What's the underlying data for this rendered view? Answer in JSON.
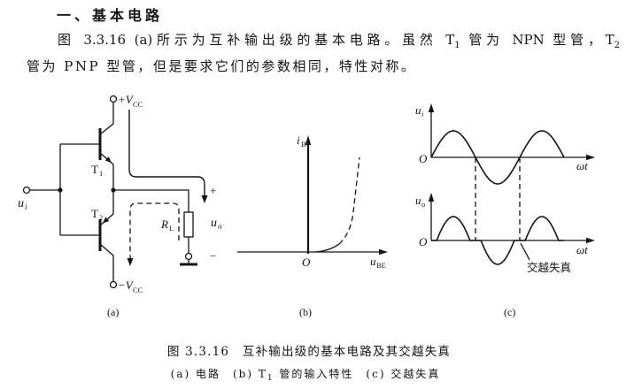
{
  "section_heading": "一、基本电路",
  "paragraph": {
    "line1": {
      "text_a": "图 3.3.16 (a)所示为互补输出级的基本电路。虽然 T",
      "sub_a": "1",
      "text_b": " 管为 NPN 型管，T",
      "sub_b": "2"
    },
    "line2": "管为 PNP 型管，但是要求它们的参数相同，特性对称。"
  },
  "figure_a": {
    "vcc_positive": {
      "symbol": "+V",
      "subscript": "CC"
    },
    "vcc_negative": {
      "symbol": "−V",
      "subscript": "CC"
    },
    "transistor_1": {
      "symbol": "T",
      "subscript": "1"
    },
    "transistor_2": {
      "symbol": "T",
      "subscript": "2"
    },
    "input_voltage": {
      "symbol": "u",
      "subscript": "i"
    },
    "load_resistor": {
      "symbol": "R",
      "subscript": "L"
    },
    "output_voltage": {
      "symbol": "u",
      "subscript": "o"
    },
    "output_plus": "+",
    "output_minus": "−",
    "panel_label": "(a)"
  },
  "figure_b": {
    "y_axis": {
      "symbol": "i",
      "subscript": "B"
    },
    "origin": "O",
    "x_axis": {
      "symbol": "u",
      "subscript": "BE"
    },
    "panel_label": "(b)"
  },
  "figure_c": {
    "top_y_axis": {
      "symbol": "u",
      "subscript": "i"
    },
    "top_origin": "O",
    "top_x_axis": "ωt",
    "bottom_y_axis": {
      "symbol": "u",
      "subscript": "o"
    },
    "bottom_origin": "O",
    "bottom_x_axis": "ωt",
    "annotation": "交越失真",
    "panel_label": "(c)"
  },
  "caption": {
    "title": "图 3.3.16　互补输出级的基本电路及其交越失真",
    "subtitle": {
      "part_a": "(a) 电路　(b) T",
      "sub": "1",
      "part_b": " 管的输入特性　(c) 交越失真"
    }
  }
}
